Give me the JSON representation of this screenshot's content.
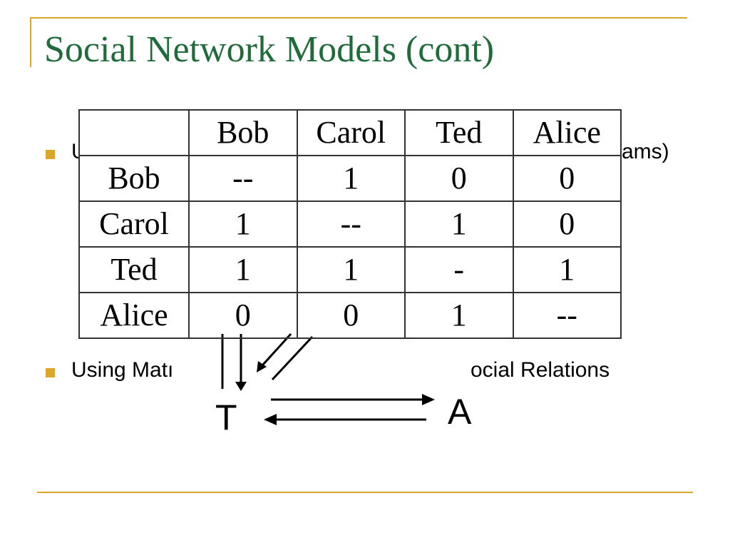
{
  "slide": {
    "title": "Social Network Models (cont)",
    "bullets": [
      {
        "fragments": [
          {
            "text": "U"
          },
          {
            "text": "ams)"
          }
        ]
      },
      {
        "fragments": [
          {
            "text": "Using Matı"
          },
          {
            "text": "ocial Relations"
          }
        ]
      }
    ]
  },
  "sociogram": {
    "nodes": [
      {
        "label": "T"
      },
      {
        "label": "A"
      }
    ]
  },
  "matrix": {
    "column_headers": [
      "",
      "Bob",
      "Carol",
      "Ted",
      "Alice"
    ],
    "rows": [
      {
        "label": "Bob",
        "cells": [
          "--",
          "1",
          "0",
          "0"
        ]
      },
      {
        "label": "Carol",
        "cells": [
          "1",
          "--",
          "1",
          "0"
        ]
      },
      {
        "label": "Ted",
        "cells": [
          "1",
          "1",
          "-",
          "1"
        ]
      },
      {
        "label": "Alice",
        "cells": [
          "0",
          "0",
          "1",
          "--"
        ]
      }
    ]
  },
  "colors": {
    "title": "#1f6b3a",
    "accent": "#d9a72a",
    "border": "#333333"
  }
}
